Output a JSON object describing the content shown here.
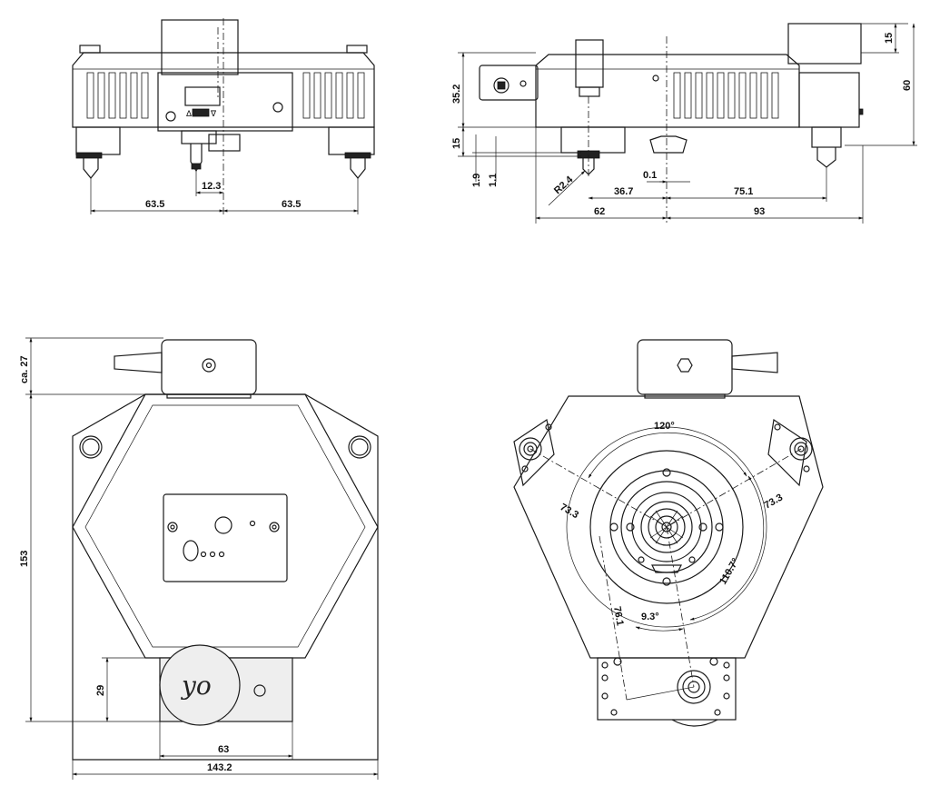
{
  "views": {
    "front": {
      "dims": {
        "left_span": "63.5",
        "right_span": "63.5",
        "offset": "12.3"
      }
    },
    "side": {
      "dims": {
        "top_height": "15",
        "total_height": "60",
        "upper_height": "35.2",
        "lower_height": "15",
        "gap_a": "1.9",
        "gap_b": "1.1",
        "radius": "R2.4",
        "offset_a": "0.1",
        "span_a": "36.7",
        "span_b": "75.1",
        "width_left": "62",
        "width_right": "93"
      }
    },
    "top": {
      "dims": {
        "handle_height": "ca. 27",
        "body_height": "153",
        "block_height": "29",
        "block_width": "63",
        "total_width": "143.2"
      },
      "logo": "yo"
    },
    "bottom": {
      "dims": {
        "angle_top": "120°",
        "radius_left": "73.3",
        "radius_right": "73.3",
        "angle_right": "110.7°",
        "radius_down": "76.1",
        "angle_small": "9.3°"
      }
    }
  },
  "colors": {
    "line": "#1a1a1a",
    "background": "#ffffff"
  }
}
